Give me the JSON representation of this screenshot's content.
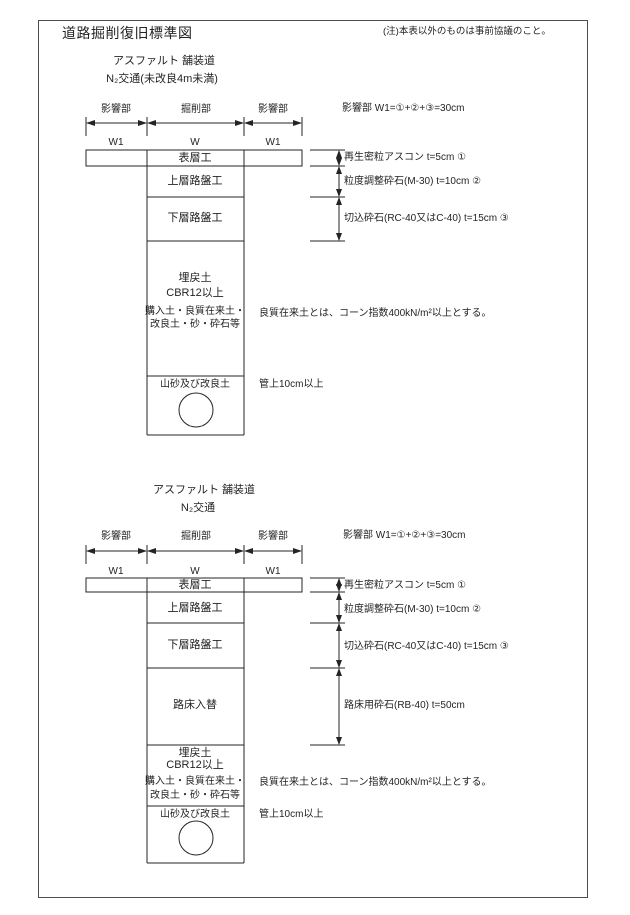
{
  "page": {
    "title": "道路掘削復旧標準図",
    "note": "(注)本表以外のものは事前協議のこと。"
  },
  "colors": {
    "ink": "#242424",
    "background": "#ffffff"
  },
  "dims": {
    "zone_left": "影響部",
    "zone_center": "掘削部",
    "zone_right": "影響部",
    "width_note": "影響部 W1=①+②+③=30cm",
    "w_side": "W1",
    "w_center": "W"
  },
  "diagram1": {
    "title": "アスファルト 舗装道",
    "subtitle": "N₂交通(未改良4m未満)",
    "layers": {
      "surface": "表層工",
      "upper_base": "上層路盤工",
      "lower_base": "下層路盤工",
      "backfill1": "埋戻土",
      "backfill2": "CBR12以上",
      "backfill3": "購入土・良質在来土・",
      "backfill4": "改良土・砂・砕石等",
      "pipe_bed": "山砂及び改良土"
    },
    "specs": {
      "surface": "再生密粒アスコン t=5cm ①",
      "upper_base": "粒度調整砕石(M-30) t=10cm ②",
      "lower_base": "切込砕石(RC-40又はC-40) t=15cm ③"
    },
    "notes": {
      "backfill": "良質在来土とは、コーン指数400kN/m²以上とする。",
      "pipe": "管上10cm以上"
    }
  },
  "diagram2": {
    "title": "アスファルト 舗装道",
    "subtitle": "N₂交通",
    "layers": {
      "surface": "表層工",
      "upper_base": "上層路盤工",
      "lower_base": "下層路盤工",
      "subgrade": "路床入替",
      "backfill1": "埋戻土",
      "backfill2": "CBR12以上",
      "backfill3": "購入土・良質在来土・",
      "backfill4": "改良土・砂・砕石等",
      "pipe_bed": "山砂及び改良土"
    },
    "specs": {
      "surface": "再生密粒アスコン t=5cm ①",
      "upper_base": "粒度調整砕石(M-30) t=10cm ②",
      "lower_base": "切込砕石(RC-40又はC-40) t=15cm ③",
      "subgrade": "路床用砕石(RB-40) t=50cm"
    },
    "notes": {
      "backfill": "良質在来土とは、コーン指数400kN/m²以上とする。",
      "pipe": "管上10cm以上"
    }
  }
}
